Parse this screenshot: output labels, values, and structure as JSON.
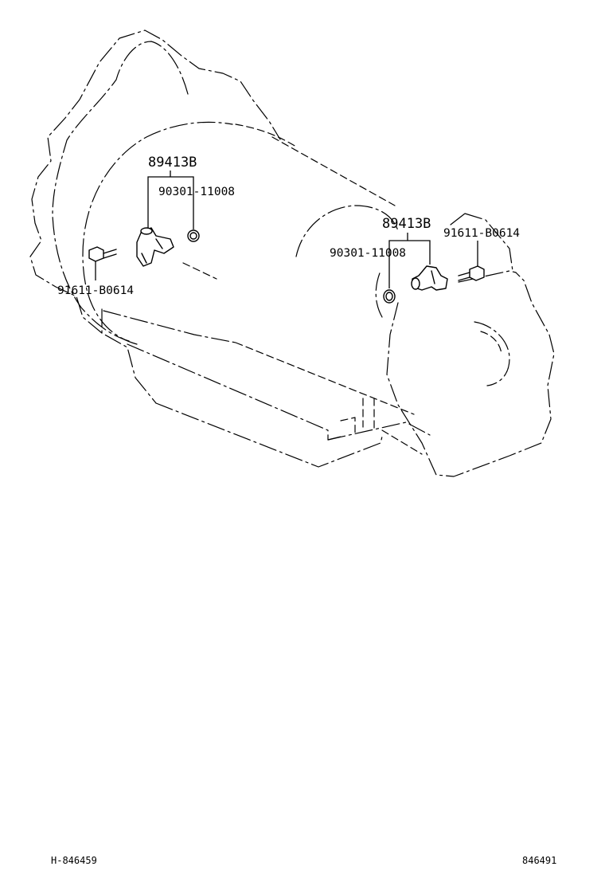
{
  "callouts": {
    "sensor_left": "89413B",
    "oring_left": "90301-11008",
    "bolt_left": "91611-B0614",
    "sensor_right": "89413B",
    "oring_right": "90301-11008",
    "bolt_right": "91611-B0614"
  },
  "footer": {
    "illustration_id": "H-846459",
    "figure_number": "846491"
  }
}
